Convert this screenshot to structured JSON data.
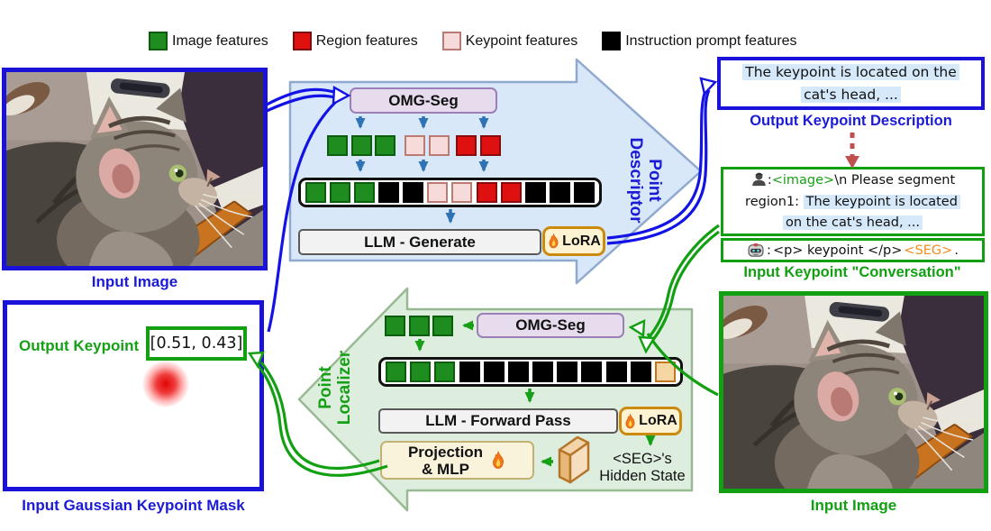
{
  "legend": {
    "items": [
      {
        "label": "Image features",
        "color": "#1e8c1e"
      },
      {
        "label": "Region features",
        "color": "#de1010"
      },
      {
        "label": "Keypoint features",
        "color": "#f7dada"
      },
      {
        "label": "Instruction prompt features",
        "color": "#000000"
      }
    ]
  },
  "descriptor": {
    "arrow_label_line1": "Point",
    "arrow_label_line2": "Descriptor",
    "omg_seg_label": "OMG-Seg",
    "llm_label": "LLM - Generate",
    "lora_label": "LoRA",
    "feature_groups": {
      "green": [
        "green",
        "green",
        "green"
      ],
      "pink": [
        "pink",
        "pink"
      ],
      "red": [
        "red",
        "red"
      ]
    },
    "sequence": [
      "green",
      "green",
      "green",
      "black",
      "black",
      "pink",
      "pink",
      "red",
      "red",
      "black",
      "black",
      "black"
    ]
  },
  "localizer": {
    "arrow_label_line1": "Point",
    "arrow_label_line2": "Localizer",
    "omg_seg_label": "OMG-Seg",
    "llm_label": "LLM - Forward Pass",
    "lora_label": "LoRA",
    "projection_line1": "Projection",
    "projection_line2": "& MLP",
    "seg_hidden_line1": "<SEG>'s",
    "seg_hidden_line2": "Hidden State",
    "feature_groups": {
      "green": [
        "green",
        "green",
        "green"
      ]
    },
    "sequence": [
      "green",
      "green",
      "green",
      "black",
      "black",
      "black",
      "black",
      "black",
      "black",
      "black",
      "black",
      "tan"
    ]
  },
  "input_image_top": {
    "caption": "Input Image"
  },
  "input_image_bottom": {
    "caption": "Input Image"
  },
  "output_description": {
    "line1": "The keypoint is located on the",
    "line2": "cat's head, ...",
    "caption": "Output Keypoint Description"
  },
  "conversation": {
    "user_prefix": ":",
    "user_image_token": "<image>",
    "user_after_token": "\\n Please segment",
    "user_region_prefix": "region1: ",
    "user_highlight1": "The keypoint is located",
    "user_highlight2": "on the cat's head, ...",
    "assistant_prefix": ": ",
    "assistant_text": "<p> keypoint </p> ",
    "assistant_seg_token": "<SEG>",
    "assistant_suffix": ".",
    "caption": "Input Keypoint \"Conversation\""
  },
  "mask": {
    "label": "Output Keypoint",
    "coords": "[0.51, 0.43]",
    "caption": "Input Gaussian Keypoint Mask"
  },
  "colors": {
    "blue_accent": "#1b1bd6",
    "blue_border": "#1a12d9",
    "green_accent": "#12a012",
    "descriptor_arrow_fill": "#d9e8f8",
    "localizer_arrow_fill": "#deeede",
    "highlight": "#d6e9fb",
    "image_token_green": "#18a018",
    "seg_token_orange": "#f08c1e",
    "dashed_arrow_red": "#c0504d",
    "feature_green": "#1e8c1e",
    "feature_red": "#de1010",
    "feature_pink": "#f7dada",
    "feature_black": "#000000",
    "feature_tan": "#f6d7a4"
  }
}
